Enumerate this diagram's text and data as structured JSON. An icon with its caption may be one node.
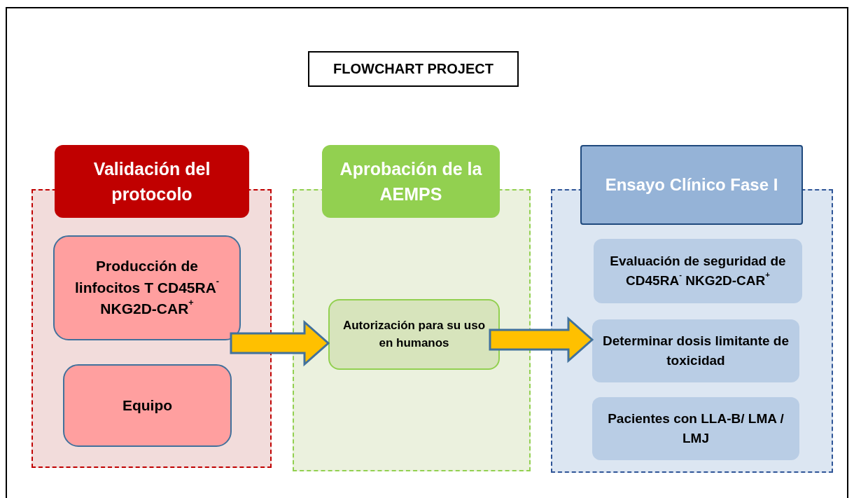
{
  "diagram": {
    "title": "FLOWCHART PROJECT",
    "nodes": [
      {
        "text": [
          "Validación del protocolo"
        ]
      },
      {
        "text": [],
        "shape": "box"
      },
      {
        "text": [
          "Producción de linfocitos T CD45RA$^{-}$NKG2D-CAR$^{+}$"
        ],
        "in": 1
      },
      {
        "text": [
          "Equipo"
        ],
        "in": 1
      },
      {
        "text": [
          "Aprobación de la AEMPS"
        ]
      },
      {
        "text": [],
        "shape": "box"
      },
      {
        "text": [
          "Autorización para su uso en humanos"
        ],
        "in": 5
      },
      {
        "text": [
          "Ensayo Clínico Fase I"
        ]
      },
      {
        "text": [],
        "shape": "box"
      },
      {
        "text": [
          "Evaluación de seguridad de CD45RA$^{-}$ NKG2D-CAR$^{+}$"
        ],
        "in": 8
      },
      {
        "text": [
          "Determinar dosis limitante de toxicidad"
        ],
        "in": 8
      },
      {
        "text": [
          "Pacientes con LLA-B/ LMA / LMJ"
        ],
        "in": 8
      }
    ],
    "edges": [
      {
        "from": 2,
        "to": 6,
        "arrow": "to",
        "style": "thick"
      },
      {
        "from": 6,
        "to": 10,
        "arrow": "to",
        "style": "thick"
      }
    ]
  }
}
